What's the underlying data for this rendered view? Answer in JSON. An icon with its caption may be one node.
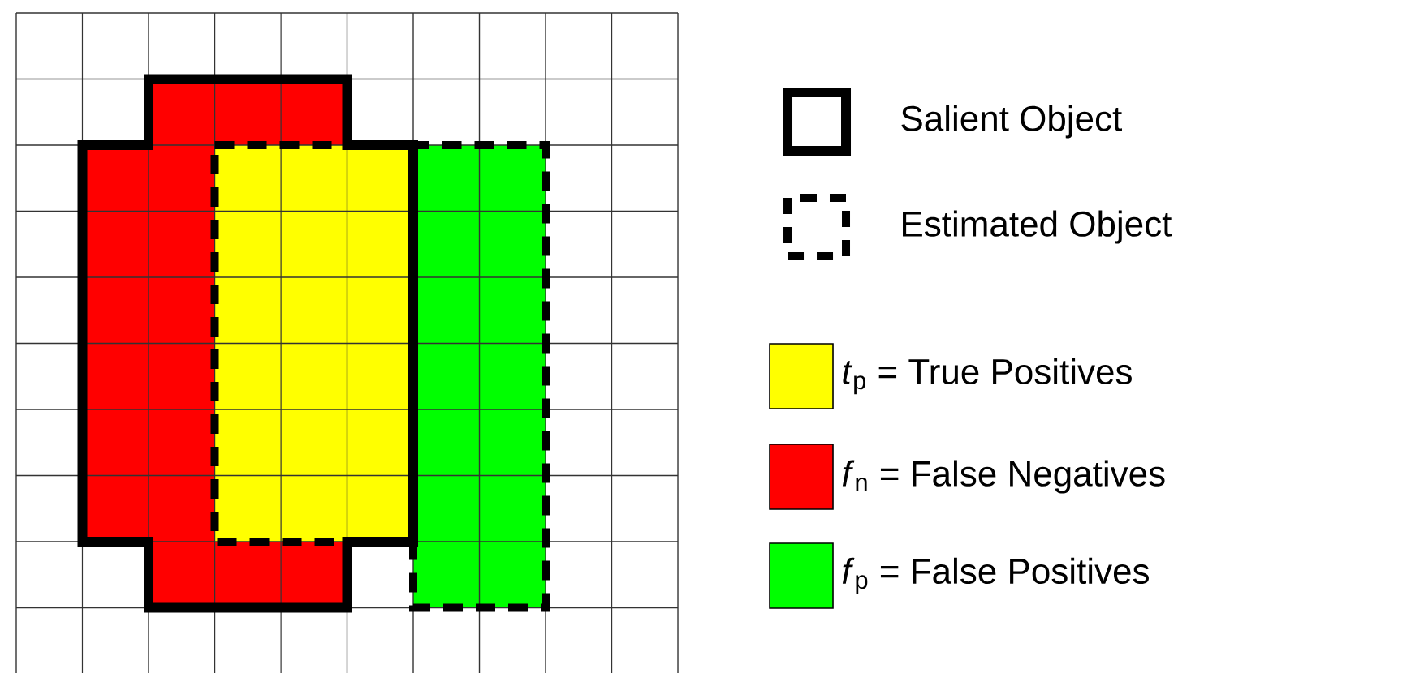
{
  "diagram": {
    "legend": [
      {
        "text": "Salient Object"
      },
      {
        "text": "Estimated Object"
      },
      {
        "text": "*t*$_{p}$ = True Positives",
        "color": "#ffff00"
      },
      {
        "text": "*f*$_{n}$ = False Negatives",
        "color": "#ff0000"
      },
      {
        "text": "*f*$_{p}$ = False Positives",
        "color": "#00ff00"
      }
    ]
  }
}
